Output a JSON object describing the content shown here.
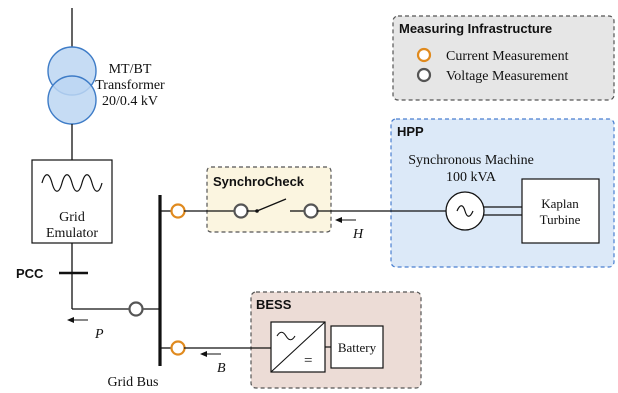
{
  "transformer": {
    "name": "MT/BT",
    "type": "Transformer",
    "rating": "20/0.4 kV"
  },
  "grid_emulator": {
    "line1": "Grid",
    "line2": "Emulator"
  },
  "pcc_label": "PCC",
  "grid_bus_label": "Grid Bus",
  "flows": {
    "p": "P",
    "h": "H",
    "b": "B"
  },
  "synchrocheck": {
    "title": "SynchroCheck"
  },
  "hpp": {
    "title": "HPP",
    "machine_line1": "Synchronous Machine",
    "machine_line2": "100 kVA",
    "turbine_line1": "Kaplan",
    "turbine_line2": "Turbine"
  },
  "bess": {
    "title": "BESS",
    "battery_label": "Battery",
    "converter_eq": "="
  },
  "legend": {
    "title": "Measuring Infrastructure",
    "items": [
      {
        "label": "Current Measurement",
        "color": "#e08a1e"
      },
      {
        "label": "Voltage Measurement",
        "color": "#555555"
      }
    ]
  },
  "colors": {
    "hpp_fill": "#dce9f8",
    "hpp_border": "#4a7fd0",
    "synchro_fill": "#fbf5e0",
    "bess_fill": "#ecdcd6",
    "legend_fill": "#e6e6e6",
    "transformer_fill": "#bcd6f2",
    "transformer_stroke": "#3e7cc7"
  }
}
